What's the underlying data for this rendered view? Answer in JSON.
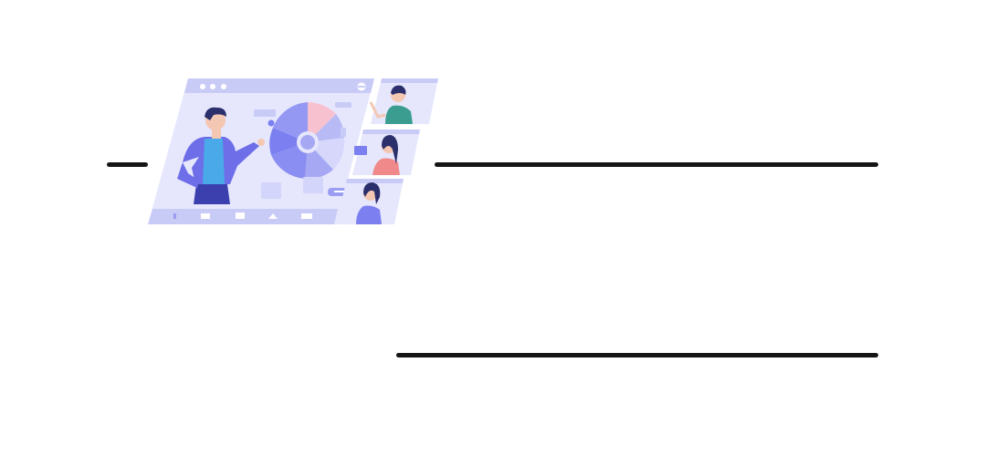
{
  "illustration": {
    "subject": "video-conference-presentation",
    "icons": [
      "presenter",
      "pie-chart",
      "participant-1",
      "participant-2",
      "participant-3"
    ]
  },
  "colors": {
    "background": "#ffffff",
    "rule": "#151515",
    "window_frame": "#c9cbf7",
    "window_bg": "#e6e7fd",
    "accent_purple": "#7b7ff0",
    "accent_pink": "#f7c1cf",
    "presenter_jacket": "#6d6ee8",
    "presenter_shirt": "#4aa9e8"
  }
}
